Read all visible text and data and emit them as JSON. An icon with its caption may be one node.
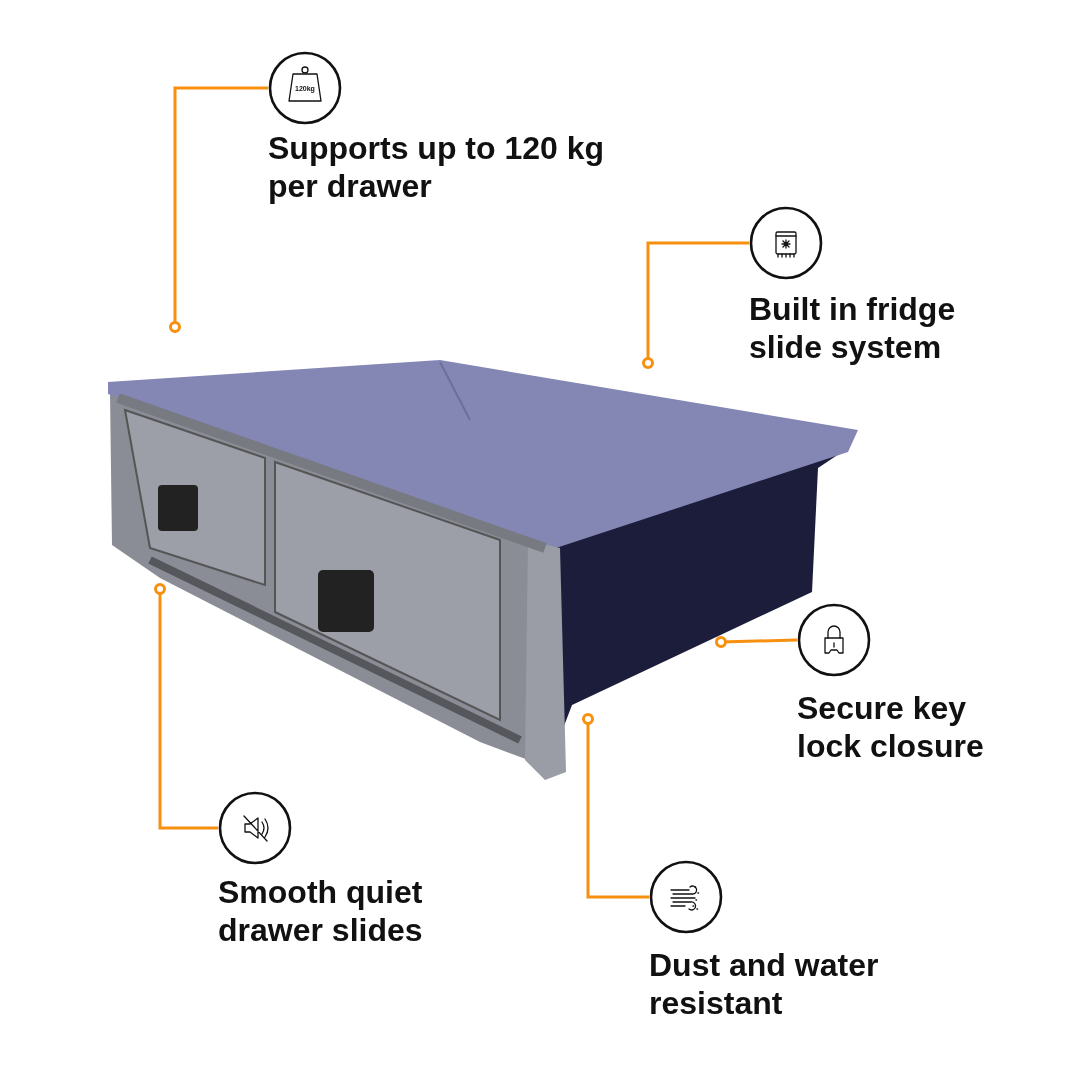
{
  "diagram": {
    "nodes": [
      {
        "text": [],
        "shape": "picture"
      },
      {
        "text": [
          "120kg",
          "Supports up to 120 kg per drawer"
        ]
      },
      {
        "text": [
          "Built in fridge slide system"
        ]
      },
      {
        "text": [
          "Secure key lock closure"
        ]
      },
      {
        "text": [
          "Smooth quiet drawer slides"
        ]
      },
      {
        "text": [
          "Dust and water resistant"
        ]
      }
    ],
    "edges": [
      {
        "from": 1,
        "to": 0,
        "arrow": "other"
      },
      {
        "from": 2,
        "to": 0,
        "arrow": "other"
      },
      {
        "from": 3,
        "to": 0,
        "arrow": "other"
      },
      {
        "from": 4,
        "to": 0,
        "arrow": "other"
      },
      {
        "from": 5,
        "to": 0,
        "arrow": "other"
      }
    ]
  }
}
